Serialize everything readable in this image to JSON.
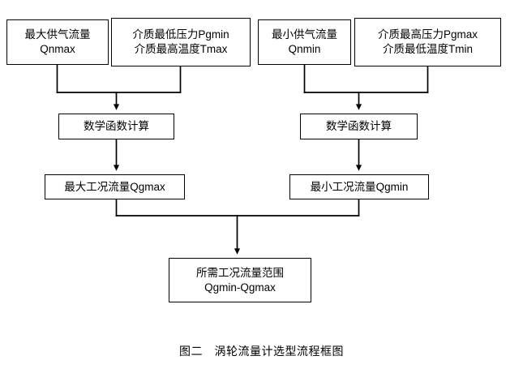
{
  "figure": {
    "caption": "图二　涡轮流量计选型流程框图",
    "background_color": "#ffffff",
    "line_color": "#000000"
  },
  "nodes": {
    "input_qnmax": {
      "line1": "最大供气流量",
      "line2": "Qnmax"
    },
    "input_pgmin_tmax": {
      "line1": "介质最低压力Pgmin",
      "line2": "介质最高温度Tmax"
    },
    "input_qnmin": {
      "line1": "最小供气流量",
      "line2": "Qnmin"
    },
    "input_pgmax_tmin": {
      "line1": "介质最高压力Pgmax",
      "line2": "介质最低温度Tmin"
    },
    "calc_left": {
      "line1": "数学函数计算"
    },
    "calc_right": {
      "line1": "数学函数计算"
    },
    "result_qgmax": {
      "line1": "最大工况流量Qgmax"
    },
    "result_qgmin": {
      "line1": "最小工况流量Qgmin"
    },
    "final_range": {
      "line1": "所需工况流量范围",
      "line2": "Qgmin-Qgmax"
    }
  },
  "connectors": [
    {
      "name": "qnmax-to-merge-left",
      "from": "input_qnmax",
      "to": "merge_left"
    },
    {
      "name": "pgmin-tmax-to-merge-left",
      "from": "input_pgmin_tmax",
      "to": "merge_left"
    },
    {
      "name": "merge-left-to-calc-left",
      "from": "merge_left",
      "to": "calc_left",
      "arrow": true
    },
    {
      "name": "qnmin-to-merge-right",
      "from": "input_qnmin",
      "to": "merge_right"
    },
    {
      "name": "pgmax-tmin-to-merge-right",
      "from": "input_pgmax_tmin",
      "to": "merge_right"
    },
    {
      "name": "merge-right-to-calc-right",
      "from": "merge_right",
      "to": "calc_right",
      "arrow": true
    },
    {
      "name": "calc-left-to-qgmax",
      "from": "calc_left",
      "to": "result_qgmax",
      "arrow": true
    },
    {
      "name": "calc-right-to-qgmin",
      "from": "calc_right",
      "to": "result_qgmin",
      "arrow": true
    },
    {
      "name": "qgmax-to-merge-bottom",
      "from": "result_qgmax",
      "to": "merge_bottom"
    },
    {
      "name": "qgmin-to-merge-bottom",
      "from": "result_qgmin",
      "to": "merge_bottom"
    },
    {
      "name": "merge-bottom-to-final",
      "from": "merge_bottom",
      "to": "final_range",
      "arrow": true
    }
  ]
}
